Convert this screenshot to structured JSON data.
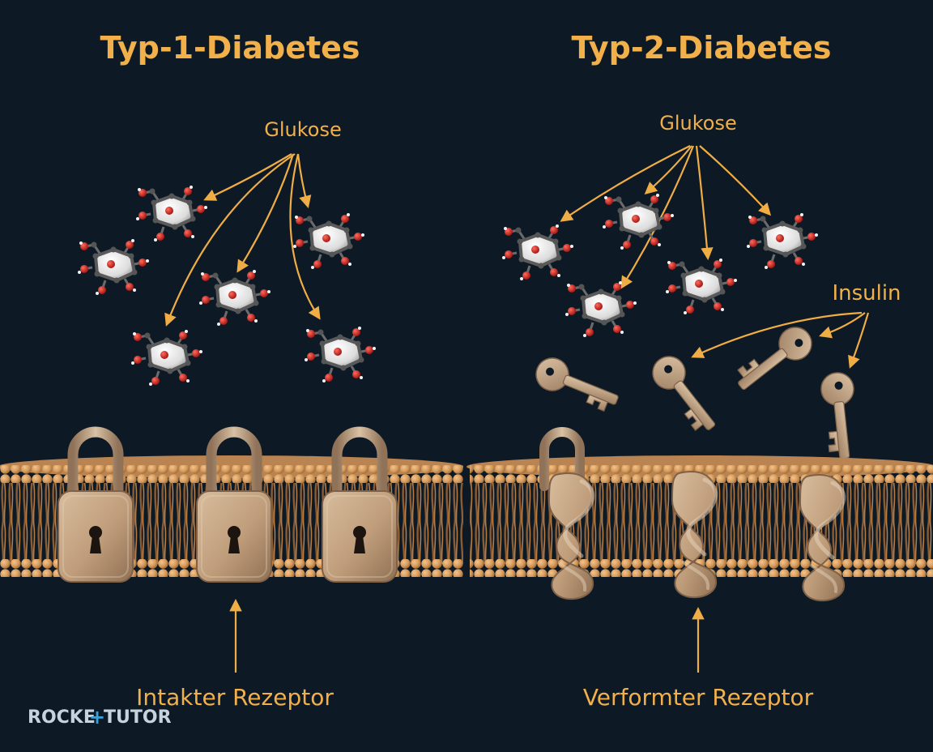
{
  "panels": [
    {
      "title": "Typ-1-Diabetes",
      "glucose_label": "Glukose",
      "receptor_label": "Intakter Rezeptor"
    },
    {
      "title": "Typ-2-Diabetes",
      "glucose_label": "Glukose",
      "insulin_label": "Insulin",
      "receptor_label": "Verformter Rezeptor"
    }
  ],
  "logo": {
    "left": "ROCKE",
    "right": "TUTOR"
  },
  "colors": {
    "background": "#0d1a26",
    "label": "#f2b04b",
    "membrane": "#d49a5c",
    "receptor": "#c9a887",
    "key": "#c9a887",
    "oxygen": "#c8251f",
    "carbon": "#6b6b6b"
  },
  "icons": [
    "glucose-molecule-icon",
    "padlock-icon",
    "key-icon",
    "twisted-receptor-icon"
  ]
}
